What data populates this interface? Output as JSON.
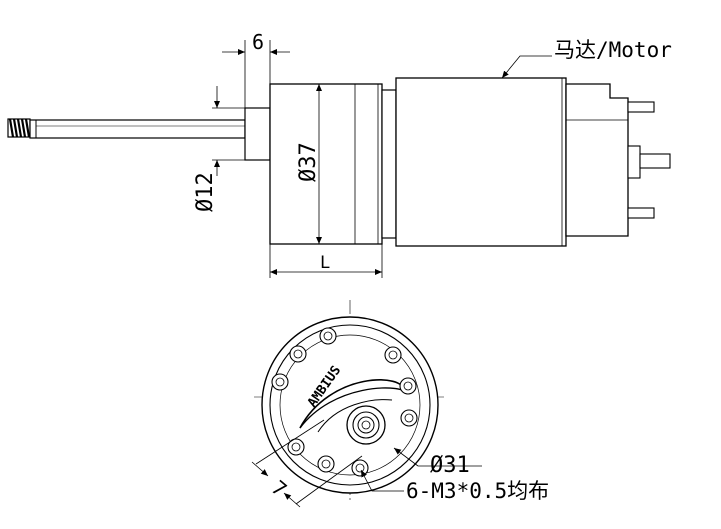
{
  "side_view": {
    "dim_flange_thickness": "6",
    "motor_label": "马达/Motor",
    "dim_body_diameter": "Ø37",
    "dim_shaft_boss_diameter": "Ø12",
    "dim_gearbox_length": "L"
  },
  "front_view": {
    "brand_text": "AMBIUS",
    "dim_bolt_circle": "Ø31",
    "hole_spec": "6-M3*0.5均布",
    "dim_offset": "7"
  }
}
